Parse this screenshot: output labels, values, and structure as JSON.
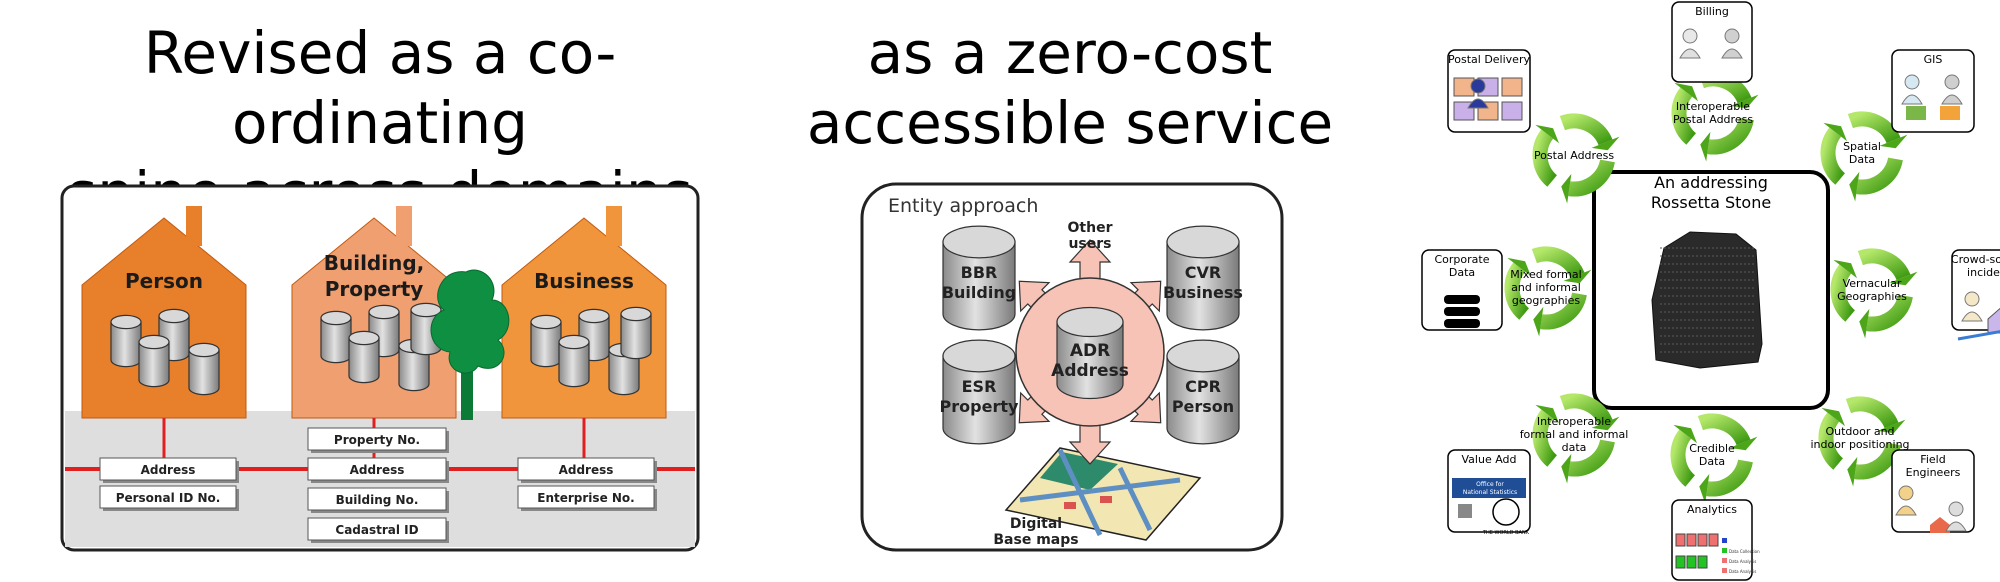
{
  "headings": {
    "left": [
      "Revised as a co-ordinating",
      "spine across domains"
    ],
    "middle": [
      "as a zero-cost",
      "accessible service"
    ]
  },
  "panel1": {
    "houses": [
      {
        "title": [
          "Person"
        ],
        "color": "#e87f2a"
      },
      {
        "title": [
          "Building,",
          "Property"
        ],
        "color": "#ef9f70"
      },
      {
        "title": [
          "Business"
        ],
        "color": "#f0953c"
      }
    ],
    "person_fields": [
      "Address",
      "Personal ID No."
    ],
    "building_fields": [
      "Property No.",
      "Address",
      "Building No.",
      "Cadastral ID"
    ],
    "business_fields": [
      "Address",
      "Enterprise No."
    ]
  },
  "panel2": {
    "title": "Entity approach",
    "center": [
      "ADR",
      "Address"
    ],
    "registers": [
      {
        "lines": [
          "BBR",
          "Building"
        ]
      },
      {
        "lines": [
          "CVR",
          "Business"
        ]
      },
      {
        "lines": [
          "ESR",
          "Property"
        ]
      },
      {
        "lines": [
          "CPR",
          "Person"
        ]
      }
    ],
    "other_users": [
      "Other",
      "users"
    ],
    "base_maps": [
      "Digital",
      "Base maps"
    ]
  },
  "panel3": {
    "center_title": [
      "An addressing",
      "Rossetta Stone"
    ],
    "nodes": [
      {
        "label": [
          "Billing"
        ],
        "icon": "users-icon"
      },
      {
        "label": [
          "Postal Delivery"
        ],
        "icon": "postal-houses-icon"
      },
      {
        "label": [
          "GIS"
        ],
        "icon": "gis-workers-icon"
      },
      {
        "label": [
          "Corporate",
          "Data"
        ],
        "icon": "database-icon"
      },
      {
        "label": [
          "Crowd-sourced",
          "incidents"
        ],
        "icon": "map-house-icon"
      },
      {
        "label": [
          "Value Add"
        ],
        "icon": "logos-icon"
      },
      {
        "label": [
          "Field",
          "Engineers"
        ],
        "icon": "engineers-icon"
      },
      {
        "label": [
          "Analytics"
        ],
        "icon": "chart-icon"
      }
    ],
    "links": [
      {
        "label": [
          "Interoperable",
          "Postal Address"
        ]
      },
      {
        "label": [
          "Postal Address"
        ]
      },
      {
        "label": [
          "Spatial",
          "Data"
        ]
      },
      {
        "label": [
          "Mixed formal",
          "and informal",
          "geographies"
        ]
      },
      {
        "label": [
          "Vernacular",
          "Geographies"
        ]
      },
      {
        "label": [
          "Interoperable",
          "formal and informal",
          "data"
        ]
      },
      {
        "label": [
          "Outdoor and",
          "indoor positioning"
        ]
      },
      {
        "label": [
          "Credible",
          "Data"
        ]
      }
    ],
    "logo_text": [
      "Office for",
      "National Statistics",
      "THE WORLD BANK"
    ],
    "chart_legend": [
      "Data Collection",
      "Data Analysis",
      "Data Analysis"
    ]
  }
}
